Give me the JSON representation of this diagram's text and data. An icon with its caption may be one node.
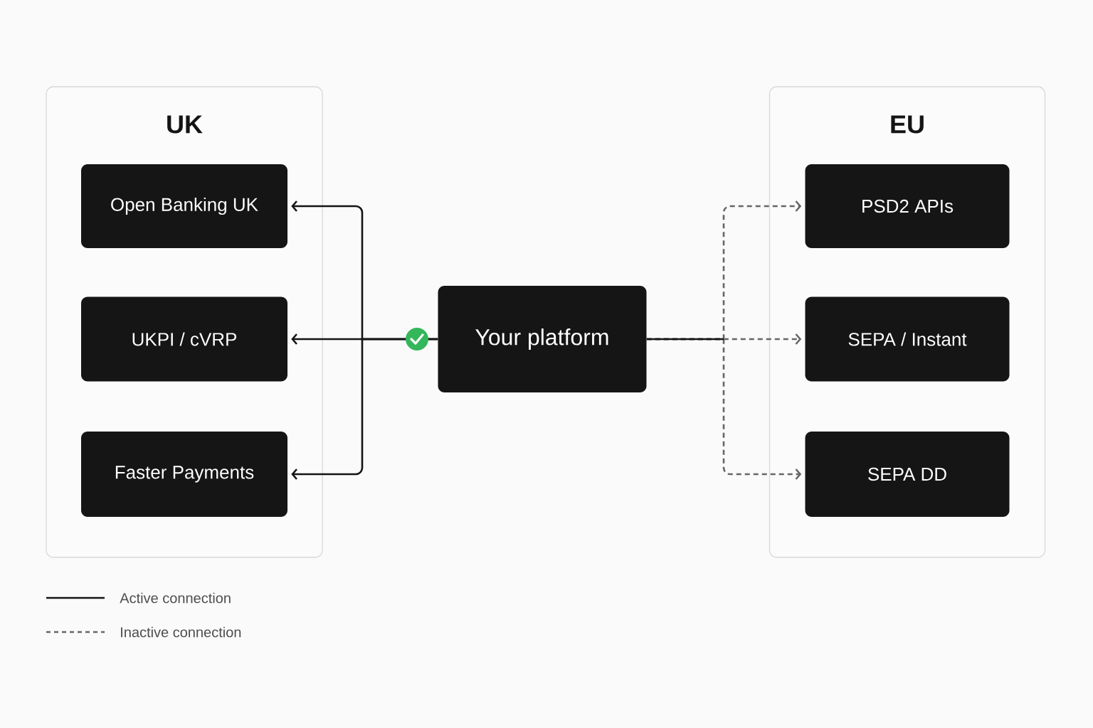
{
  "diagram": {
    "nodes": [
      {
        "text": [
          "UK"
        ]
      },
      {
        "text": [
          "Open Banking UK"
        ],
        "in": 0
      },
      {
        "text": [
          "UKPI / cVRP"
        ],
        "in": 0
      },
      {
        "text": [
          "Faster Payments"
        ],
        "in": 0
      },
      {
        "text": [
          "Your platform"
        ]
      },
      {
        "text": [
          "EU"
        ]
      },
      {
        "text": [
          "PSD2 APIs"
        ],
        "in": 5
      },
      {
        "text": [
          "SEPA / Instant"
        ],
        "in": 5
      },
      {
        "text": [
          "SEPA DD"
        ],
        "in": 5
      }
    ],
    "edges": [
      {
        "from": 4,
        "to": 1,
        "arrow": "to"
      },
      {
        "from": 4,
        "to": 2,
        "arrow": "to"
      },
      {
        "from": 4,
        "to": 3,
        "arrow": "to"
      },
      {
        "from": 4,
        "to": 6,
        "arrow": "to",
        "style": "dashed",
        "color": "#666666"
      },
      {
        "from": 4,
        "to": 7,
        "arrow": "to",
        "style": "dashed",
        "color": "#666666"
      },
      {
        "from": 4,
        "to": 8,
        "arrow": "to",
        "style": "dashed",
        "color": "#666666"
      }
    ],
    "legend": [
      {
        "text": "Active connection"
      },
      {
        "text": "Inactive connection"
      }
    ]
  }
}
